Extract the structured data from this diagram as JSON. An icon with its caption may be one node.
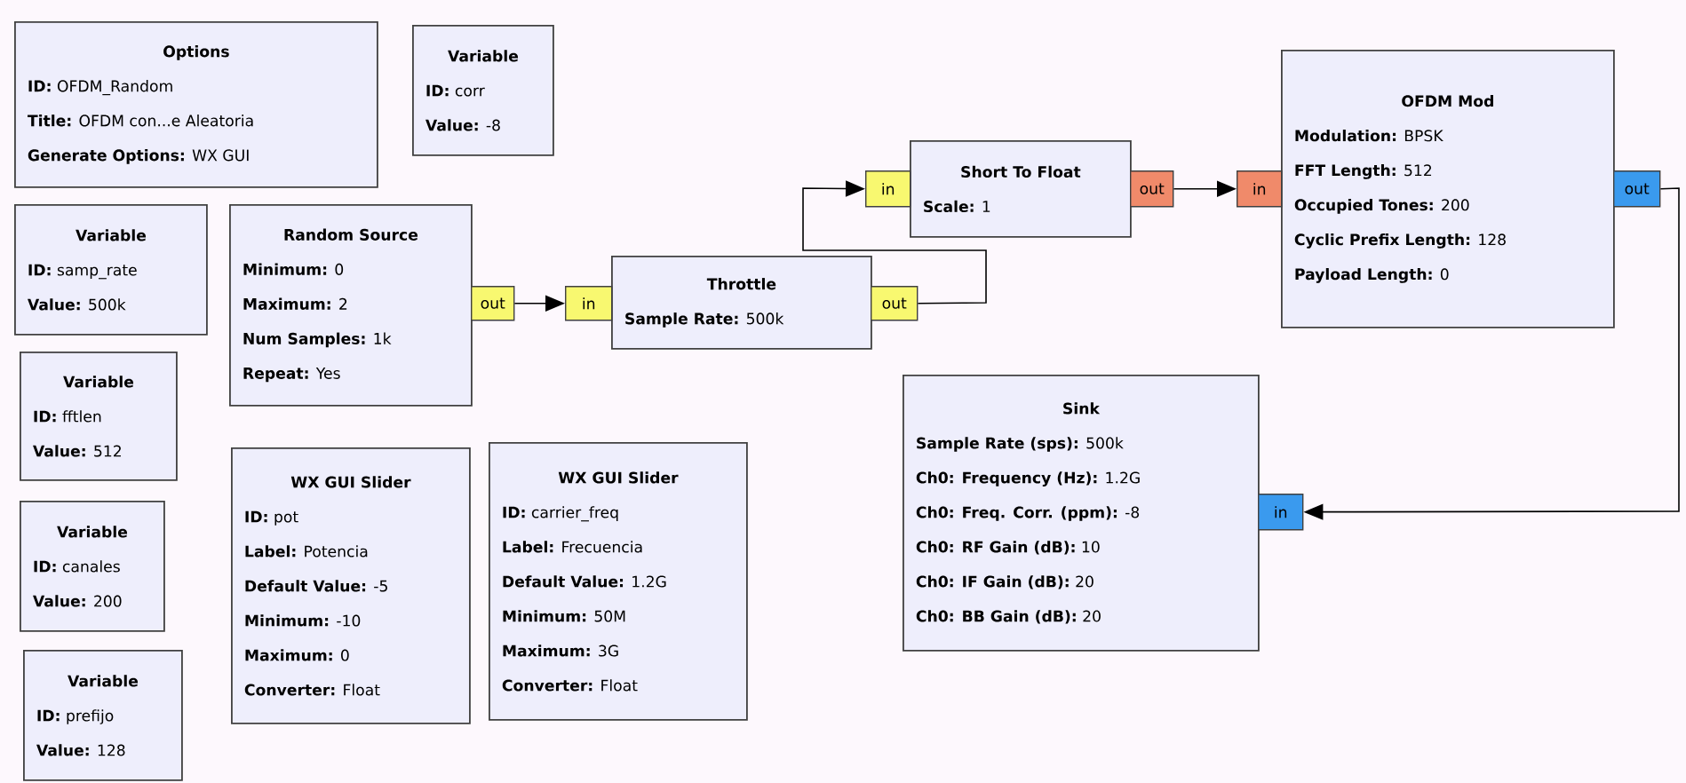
{
  "diagram": {
    "nodes": [
      {
        "text": [
          "Options",
          "**ID:** OFDM_Random",
          "**Title:** OFDM con...e Aleatoria",
          "**Generate Options:** WX GUI"
        ]
      },
      {
        "text": [
          "Variable",
          "**ID:** corr",
          "**Value:** -8"
        ]
      },
      {
        "text": [
          "Variable",
          "**ID:** samp_rate",
          "**Value:** 500k"
        ]
      },
      {
        "text": [
          "Random Source",
          "**Minimum:** 0",
          "**Maximum:** 2",
          "**Num Samples:** 1k",
          "**Repeat:** Yes"
        ]
      },
      {
        "text": [
          "Variable",
          "**ID:** fftlen",
          "**Value:** 512"
        ]
      },
      {
        "text": [
          "Variable",
          "**ID:** canales",
          "**Value:** 200"
        ]
      },
      {
        "text": [
          "Variable",
          "**ID:** prefijo",
          "**Value:** 128"
        ]
      },
      {
        "text": [
          "WX GUI Slider",
          "**ID:** pot",
          "**Label:** Potencia",
          "**Default Value:** -5",
          "**Minimum:** -10",
          "**Maximum:** 0",
          "**Converter:** Float"
        ]
      },
      {
        "text": [
          "WX GUI Slider",
          "**ID:** carrier_freq",
          "**Label:** Frecuencia",
          "**Default Value:** 1.2G",
          "**Minimum:** 50M",
          "**Maximum:** 3G",
          "**Converter:** Float"
        ]
      },
      {
        "text": [
          "Throttle",
          "**Sample Rate:** 500k"
        ]
      },
      {
        "text": [
          "Short To Float",
          "**Scale:** 1"
        ]
      },
      {
        "text": [
          "OFDM Mod",
          "**Modulation:** BPSK",
          "**FFT Length:** 512",
          "**Occupied Tones:** 200",
          "**Cyclic Prefix Length:** 128",
          "**Payload Length:** 0"
        ]
      },
      {
        "text": [
          "Sink",
          "**Sample Rate (sps):** 500k",
          "**Ch0: Frequency (Hz):** 1.2G",
          "**Ch0: Freq. Corr. (ppm):** -8",
          "**Ch0: RF Gain (dB):** 10",
          "**Ch0: IF Gain (dB):** 20",
          "**Ch0: BB Gain (dB):** 20"
        ]
      },
      {
        "text": [
          "out"
        ]
      },
      {
        "text": [
          "in"
        ]
      },
      {
        "text": [
          "out"
        ]
      },
      {
        "text": [
          "in"
        ]
      },
      {
        "text": [
          "out"
        ]
      },
      {
        "text": [
          "in"
        ]
      },
      {
        "text": [
          "out"
        ]
      },
      {
        "text": [
          "in"
        ]
      }
    ],
    "edges": [
      {
        "from": 13,
        "to": 14,
        "arrow": "to"
      },
      {
        "from": 15,
        "to": 16,
        "arrow": "to"
      },
      {
        "from": 17,
        "to": 18,
        "arrow": "to"
      },
      {
        "from": 19,
        "to": 20,
        "arrow": "to"
      }
    ]
  }
}
